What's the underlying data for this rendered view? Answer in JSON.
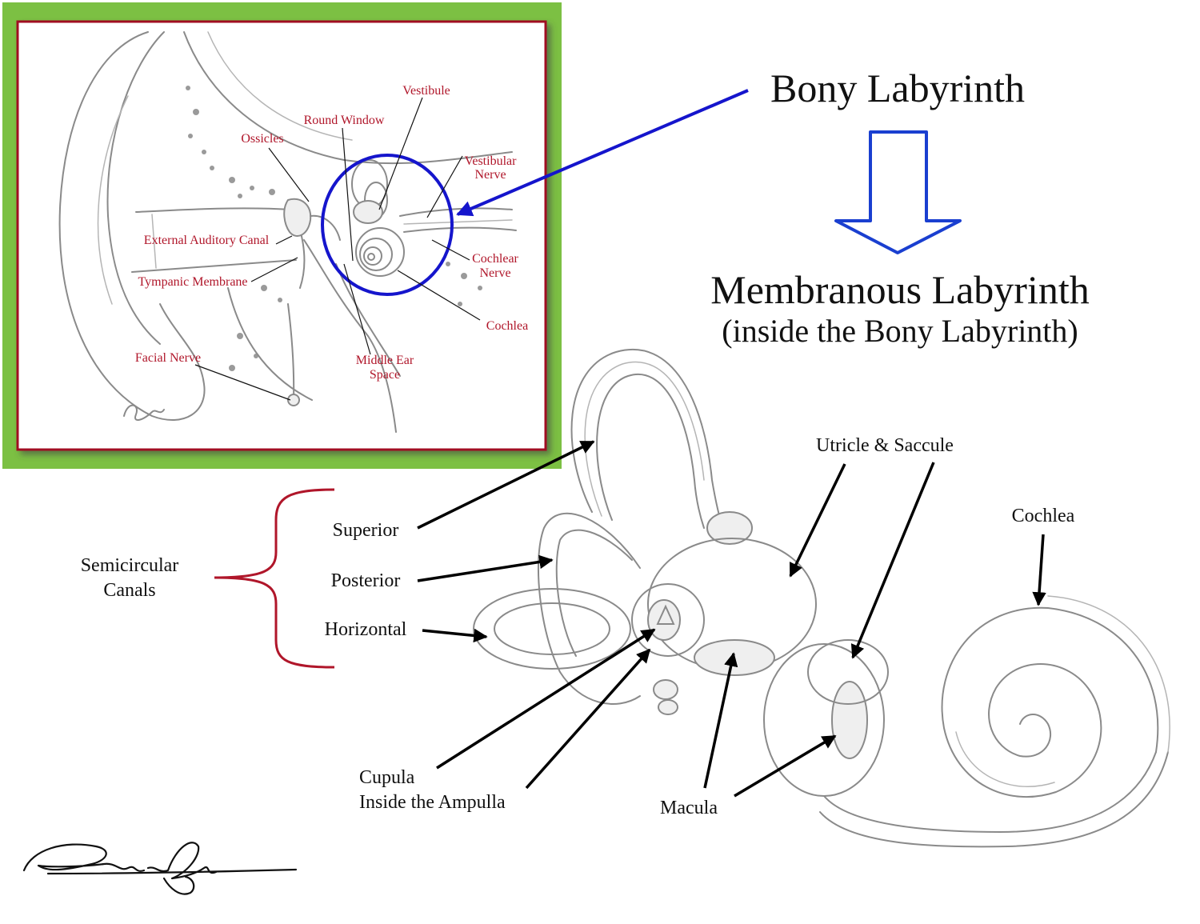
{
  "inset": {
    "labels": {
      "vestibule": "Vestibule",
      "round_window": "Round Window",
      "ossicles": "Ossicles",
      "vestibular_nerve_1": "Vestibular",
      "vestibular_nerve_2": "Nerve",
      "external_auditory_canal": "External Auditory Canal",
      "cochlear_nerve_1": "Cochlear",
      "cochlear_nerve_2": "Nerve",
      "tympanic_membrane": "Tympanic Membrane",
      "cochlea": "Cochlea",
      "facial_nerve": "Facial Nerve",
      "middle_ear_space_1": "Middle Ear",
      "middle_ear_space_2": "Space"
    },
    "colors": {
      "frame_green": "#7cc043",
      "frame_border": "#a01020",
      "label_red": "#b0162a",
      "highlight_blue": "#1515cc"
    }
  },
  "titles": {
    "bony": "Bony Labyrinth",
    "membranous": "Membranous Labyrinth",
    "membranous_sub": "(inside the Bony Labyrinth)"
  },
  "main_labels": {
    "semicircular_1": "Semicircular",
    "semicircular_2": "Canals",
    "superior": "Superior",
    "posterior": "Posterior",
    "horizontal": "Horizontal",
    "utricle_saccule": "Utricle & Saccule",
    "cochlea": "Cochlea",
    "cupula_1": "Cupula",
    "cupula_2": "Inside the Ampulla",
    "macula": "Macula"
  },
  "icons": {
    "down_arrow": "hollow-down-arrow-icon",
    "brace": "curly-brace-icon"
  }
}
